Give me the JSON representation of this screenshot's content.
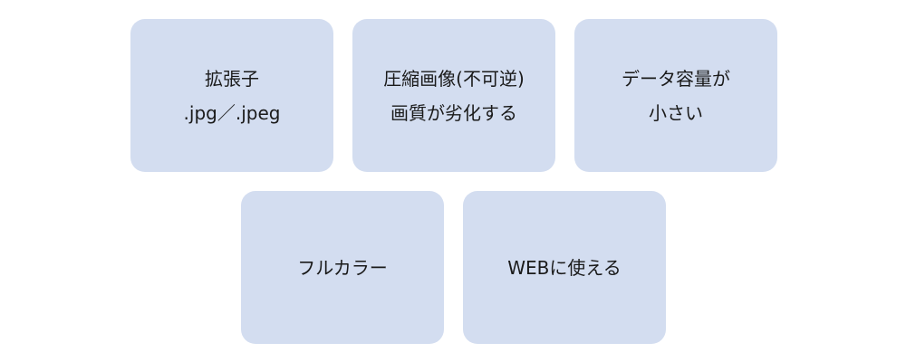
{
  "colors": {
    "card_background": "#d3ddf0",
    "text": "#1a1a1a",
    "page_background": "#ffffff"
  },
  "cards": [
    {
      "lines": [
        "拡張子",
        ".jpg／.jpeg"
      ]
    },
    {
      "lines": [
        "圧縮画像(不可逆)",
        "画質が劣化する"
      ]
    },
    {
      "lines": [
        "データ容量が",
        "小さい"
      ]
    },
    {
      "lines": [
        "フルカラー"
      ]
    },
    {
      "lines": [
        "WEBに使える"
      ]
    }
  ]
}
